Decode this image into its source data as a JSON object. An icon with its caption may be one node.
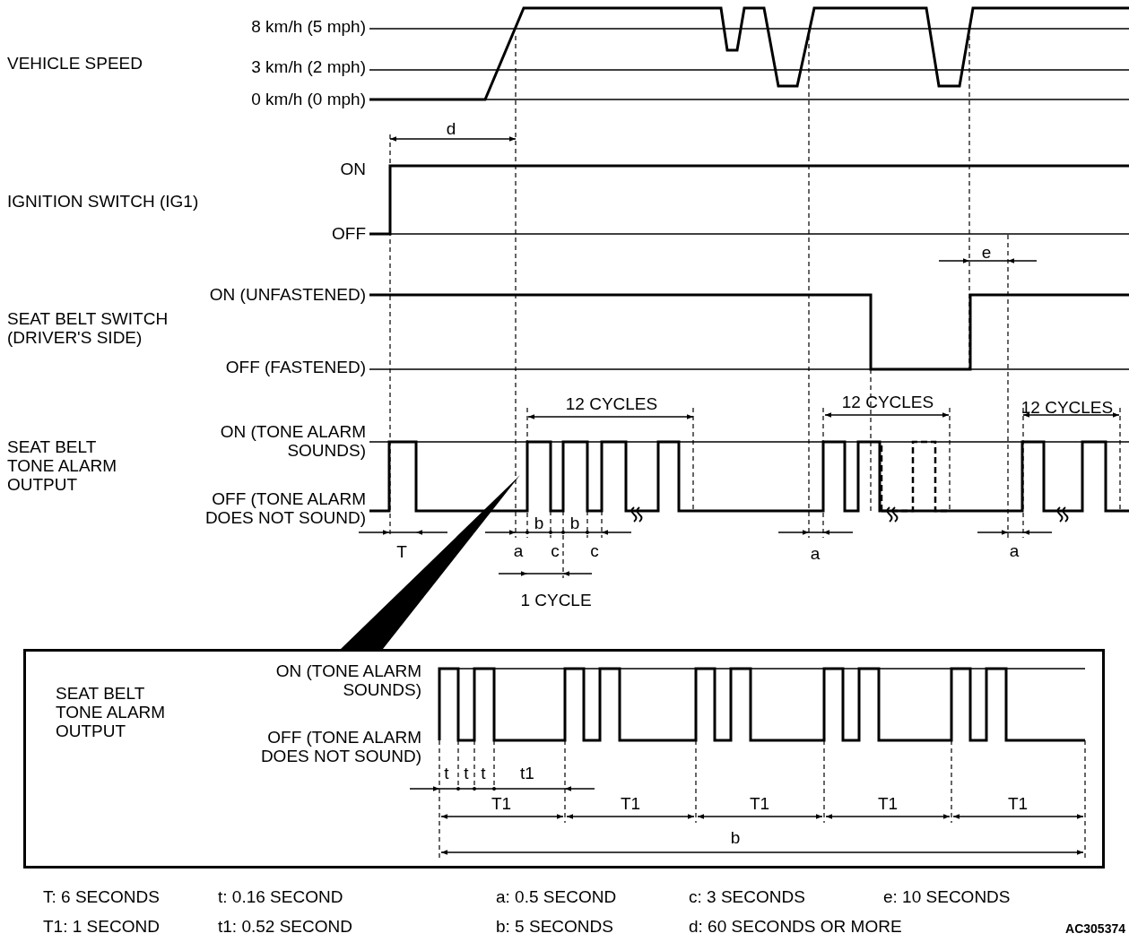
{
  "diagram": {
    "nodes": [
      {
        "text": [
          "SEAT BELT TONE ALARM OUTPUT",
          "ON (TONE ALARM SOUNDS)",
          "OFF (TONE ALARM DOES NOT SOUND)",
          "t",
          "t",
          "t",
          "t1",
          "T1",
          "T1",
          "T1",
          "T1",
          "T1",
          "b"
        ]
      }
    ],
    "labels": [
      "8 km/h (5 mph)",
      "VEHICLE SPEED",
      "3 km/h (2 mph)",
      "0 km/h (0 mph)",
      "d",
      "ON",
      "IGNITION SWITCH (IG1)",
      "OFF",
      "e",
      "ON (UNFASTENED)",
      "SEAT BELT SWITCH (DRIVER'S SIDE)",
      "OFF (FASTENED)",
      "12 CYCLES",
      "12 CYCLES",
      "12 CYCLES",
      "ON (TONE ALARM SOUNDS)",
      "SEAT BELT TONE ALARM OUTPUT",
      "OFF (TONE ALARM DOES NOT SOUND)",
      "T",
      "a",
      "b",
      "c",
      "b",
      "c",
      "a",
      "a",
      "1 CYCLE",
      "T: 6 SECONDS",
      "t: 0.16 SECOND",
      "a: 0.5 SECOND",
      "c: 3 SECONDS",
      "e: 10 SECONDS",
      "T1: 1 SECOND",
      "t1: 0.52 SECOND",
      "b: 5 SECONDS",
      "d: 60 SECONDS  OR MORE",
      "AC305374"
    ]
  }
}
